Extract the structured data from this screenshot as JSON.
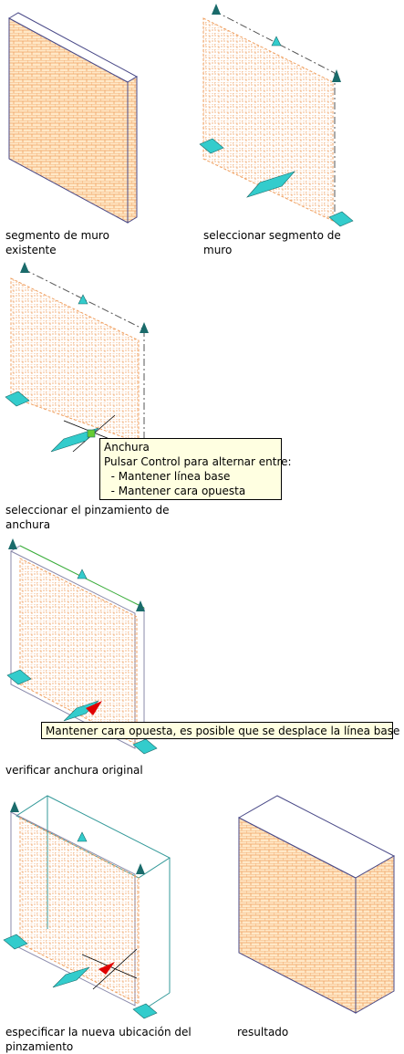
{
  "colors": {
    "brick_face": "#ffe8c7",
    "brick_line": "#f0a060",
    "outline": "#4a4a88",
    "grip": "#33cccc",
    "grip_dark": "#1a6b6b",
    "active_grip": "#e00000",
    "tooltip_bg": "#ffffe1"
  },
  "panels": [
    {
      "caption": "segmento de muro\nexistente"
    },
    {
      "caption": "seleccionar segmento de\nmuro"
    },
    {
      "caption": "seleccionar el pinzamiento de\nanchura"
    },
    {
      "caption": "verificar anchura original"
    },
    {
      "caption": "especificar la nueva ubicación del\npinzamiento"
    },
    {
      "caption": "resultado"
    }
  ],
  "tooltips": {
    "width_grip": {
      "title": "Anchura",
      "line1": "Pulsar Control para alternar entre:",
      "line2": "  - Mantener línea base",
      "line3": "  - Mantener cara opuesta"
    },
    "keep_opposite": {
      "text": "Mantener cara opuesta, es posible que se desplace la línea base"
    }
  }
}
